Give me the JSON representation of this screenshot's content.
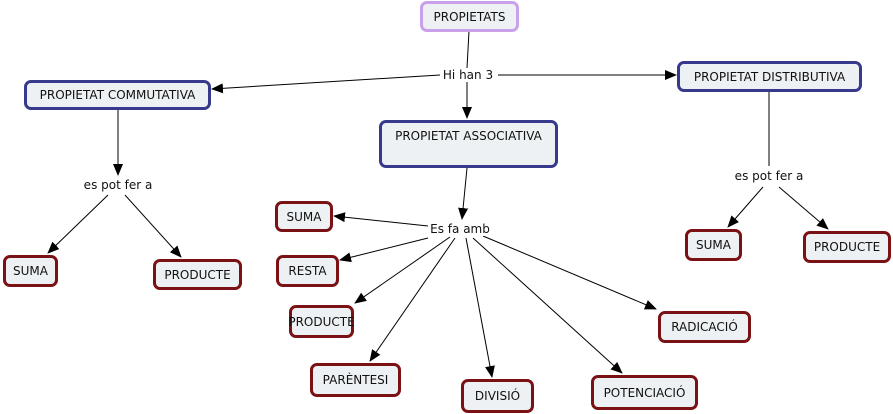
{
  "root": {
    "label": "PROPIETATS"
  },
  "root_link": "Hi han 3",
  "properties": {
    "commutativa": {
      "label": "PROPIETAT COMMUTATIVA",
      "link": "es pot fer a",
      "ops": [
        "SUMA",
        "PRODUCTE"
      ]
    },
    "associativa": {
      "label": "PROPIETAT ASSOCIATIVA",
      "link": "Es fa amb",
      "ops": [
        "SUMA",
        "RESTA",
        "PRODUCTE",
        "PARÈNTESI",
        "DIVISIÓ",
        "POTENCIACIÓ",
        "RADICACIÓ"
      ]
    },
    "distributiva": {
      "label": "PROPIETAT DISTRIBUTIVA",
      "link": "es pot fer a",
      "ops": [
        "SUMA",
        "PRODUCTE"
      ]
    }
  },
  "colors": {
    "root_border": "#c9a0ea",
    "property_border": "#373a8c",
    "operation_border": "#7a1114",
    "node_fill": "#edf1f3"
  }
}
